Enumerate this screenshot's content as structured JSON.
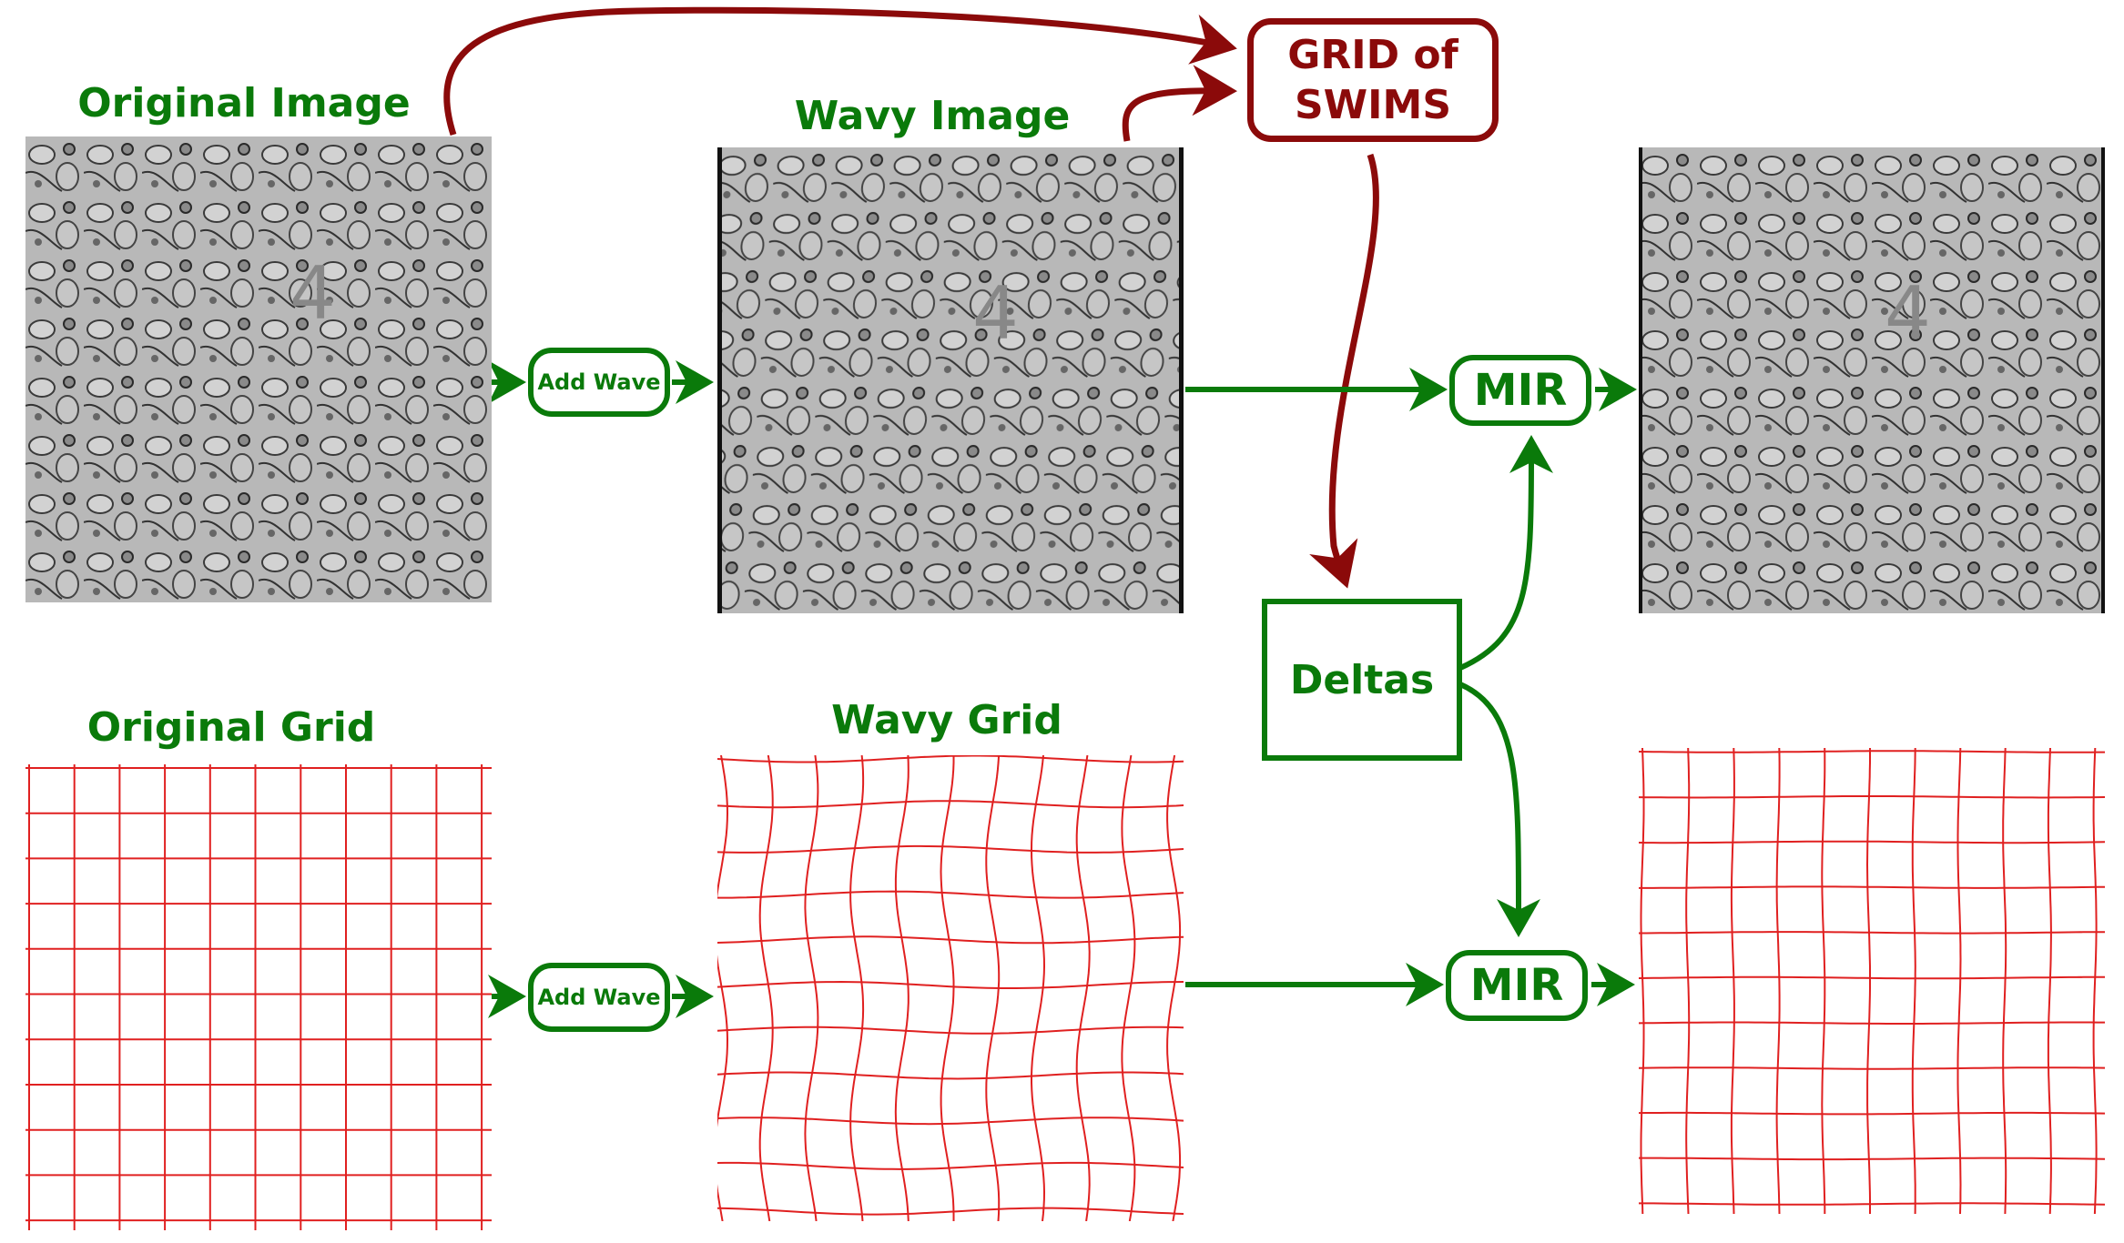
{
  "titles": {
    "original_image": "Original Image",
    "wavy_image": "Wavy Image",
    "original_grid": "Original Grid",
    "wavy_grid": "Wavy Grid"
  },
  "boxes": {
    "add_wave_top": "Add Wave",
    "add_wave_bottom": "Add Wave",
    "grid_of_swims_line1": "GRID of",
    "grid_of_swims_line2": "SWIMS",
    "deltas": "Deltas",
    "mir_top": "MIR",
    "mir_bottom": "MIR"
  },
  "colors": {
    "green": "#0a7a0a",
    "dark_red": "#8b0a0a",
    "grid_red": "#e02020",
    "em_background": "#b9b9b9"
  }
}
